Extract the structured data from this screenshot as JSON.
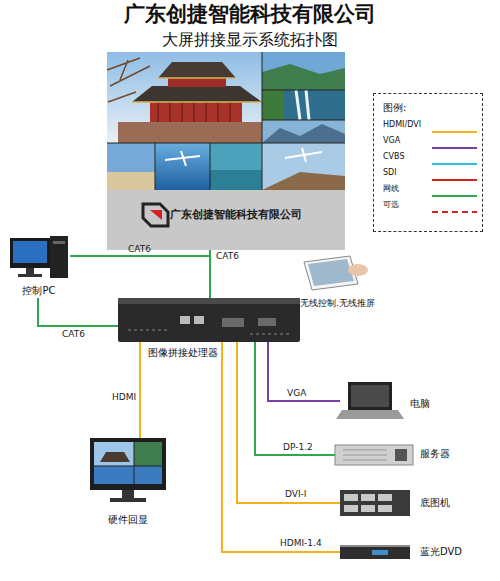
{
  "diagram": {
    "title": "广东创捷智能科技有限公司",
    "nodes": [
      {
        "text": [
          "广东创捷智能科技有限公司"
        ]
      },
      {
        "text": [
          "控制PC"
        ]
      },
      {
        "text": [
          "无线控制.无线推屏"
        ]
      },
      {
        "text": [
          "图像拼接处理器"
        ]
      },
      {
        "text": [
          "硬件回显"
        ]
      },
      {
        "text": [
          "电脑"
        ]
      },
      {
        "text": [
          "服务器"
        ]
      },
      {
        "text": [
          "底图机"
        ]
      },
      {
        "text": [
          "蓝光DVD"
        ]
      }
    ],
    "edges": [
      {
        "from": 0,
        "to": 3,
        "label": "CAT6",
        "arrow": "none"
      },
      {
        "from": 1,
        "to": 3,
        "label": "CAT6",
        "arrow": "none"
      },
      {
        "from": 1,
        "to": 3,
        "label": "CAT6",
        "arrow": "none"
      },
      {
        "from": 3,
        "to": 4,
        "label": "HDMI",
        "arrow": "none"
      },
      {
        "from": 3,
        "to": 5,
        "label": "VGA",
        "arrow": "none"
      },
      {
        "from": 3,
        "to": 6,
        "label": "DP-1.2",
        "arrow": "none"
      },
      {
        "from": 3,
        "to": 7,
        "label": "DVI-I",
        "arrow": "none"
      },
      {
        "from": 3,
        "to": 8,
        "label": "HDMI-1.4",
        "arrow": "none"
      }
    ],
    "labels": [
      "大屏拼接显示系统拓扑图",
      "图例:"
    ],
    "legend": [
      {
        "text": "HDMI/DVI"
      },
      {
        "text": "VGA"
      },
      {
        "text": "CVBS"
      },
      {
        "text": "SDI"
      },
      {
        "text": "网线"
      },
      {
        "text": "可选"
      }
    ]
  }
}
